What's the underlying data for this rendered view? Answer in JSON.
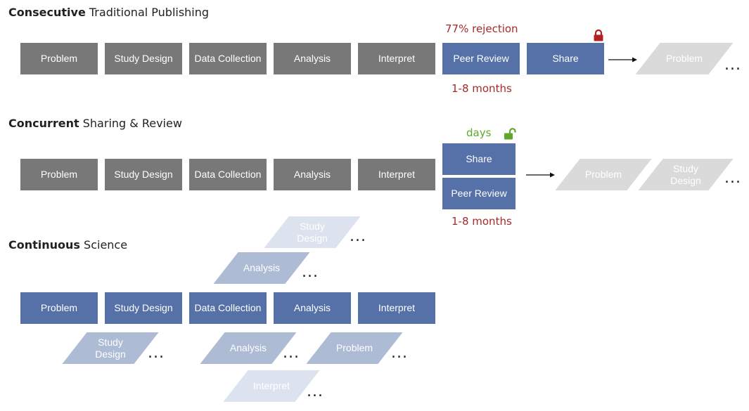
{
  "sections": {
    "consecutive": {
      "bold": "Consecutive",
      "rest": " Traditional Publishing"
    },
    "concurrent": {
      "bold": "Concurrent",
      "rest": " Sharing & Review"
    },
    "continuous": {
      "bold": "Continuous",
      "rest": " Science"
    }
  },
  "stages": {
    "problem": "Problem",
    "study_design": "Study Design",
    "data_collection": "Data Collection",
    "analysis": "Analysis",
    "interpret": "Interpret",
    "peer_review": "Peer Review",
    "share": "Share"
  },
  "ghost": {
    "problem": "Problem",
    "study_design_l1": "Study",
    "study_design_l2": "Design",
    "analysis": "Analysis",
    "interpret": "Interpret"
  },
  "notes": {
    "rejection": "77% rejection",
    "months": "1-8 months",
    "days": "days"
  },
  "ellipsis": "...",
  "colors": {
    "stage_gray": "#787878",
    "stage_blue": "#5571a7",
    "ghost_gray": "#dadada",
    "ghost_blue_light": "#dde3ee",
    "ghost_blue_mid": "#aebbd4",
    "red_note": "#a52a2a",
    "green_note": "#5fa72a"
  },
  "icons": [
    "lock-closed-icon",
    "lock-open-icon",
    "arrow-right-icon"
  ]
}
